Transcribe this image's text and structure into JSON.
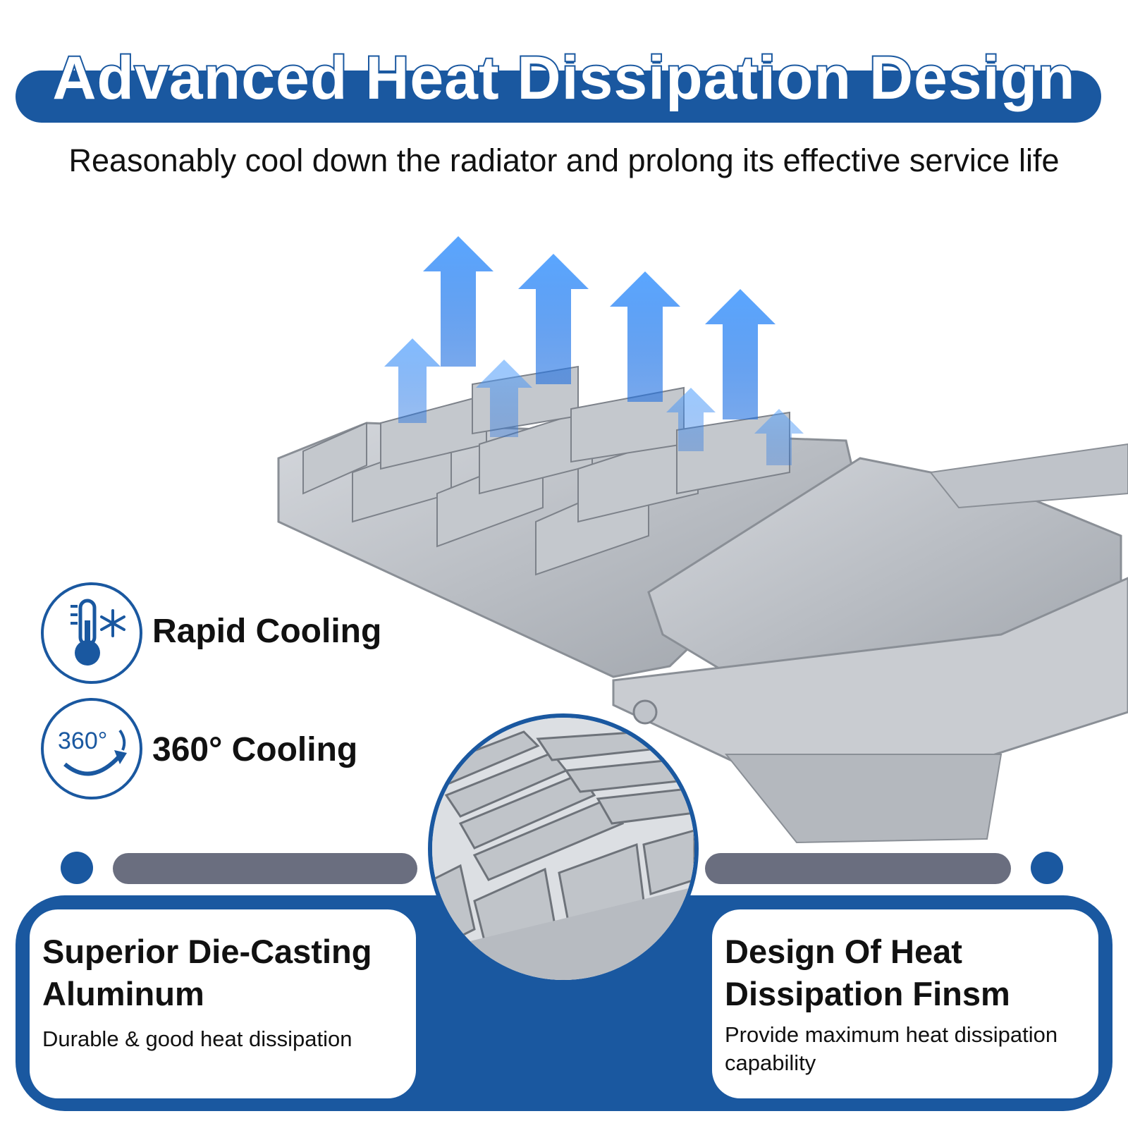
{
  "header": {
    "title": "Advanced Heat Dissipation Design",
    "subtitle": "Reasonably cool down the radiator and prolong its effective service life"
  },
  "features": [
    {
      "label": "Rapid Cooling",
      "icon": "thermometer-snowflake-icon"
    },
    {
      "label": "360° Cooling",
      "icon": "rotation-360-icon",
      "icon_text": "360°"
    }
  ],
  "cards": [
    {
      "title_line1": "Superior Die-Casting",
      "title_line2": "Aluminum",
      "text": "Durable & good heat dissipation"
    },
    {
      "title_line1": "Design Of Heat",
      "title_line2": "Dissipation Finsm",
      "text_line1": "Provide maximum heat dissipation",
      "text_line2": "capability"
    }
  ],
  "colors": {
    "brand_blue": "#1a58a0",
    "divider_gray": "#6a6e7f",
    "metal": "#b8bcc2"
  }
}
